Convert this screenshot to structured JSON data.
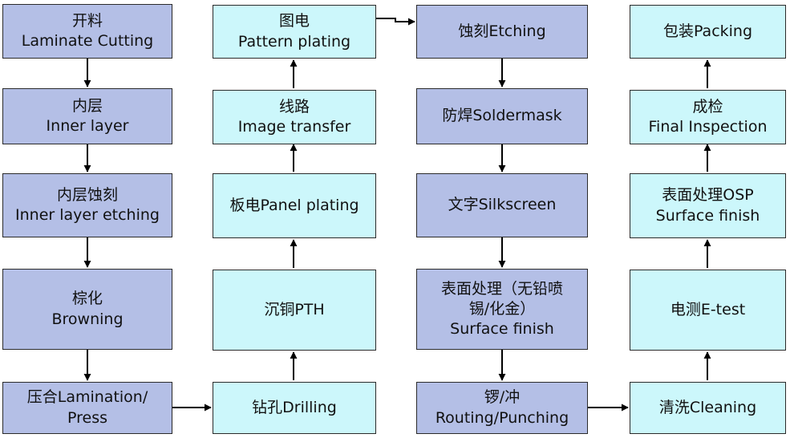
{
  "steps": [
    {
      "id": "cutting",
      "lines": [
        "开料",
        "Laminate Cutting"
      ]
    },
    {
      "id": "inner-layer",
      "lines": [
        "内层",
        "Inner layer"
      ]
    },
    {
      "id": "inner-etching",
      "lines": [
        "内层蚀刻",
        "Inner layer etching"
      ]
    },
    {
      "id": "browning",
      "lines": [
        "棕化",
        "Browning"
      ]
    },
    {
      "id": "lamination",
      "lines": [
        "压合Lamination/",
        "Press"
      ]
    },
    {
      "id": "drilling",
      "lines": [
        "钻孔Drilling"
      ]
    },
    {
      "id": "pth",
      "lines": [
        "沉铜PTH"
      ]
    },
    {
      "id": "panel-plating",
      "lines": [
        "板电Panel plating"
      ]
    },
    {
      "id": "image-transfer",
      "lines": [
        "线路",
        "Image transfer"
      ]
    },
    {
      "id": "pattern-plating",
      "lines": [
        "图电",
        "Pattern plating"
      ]
    },
    {
      "id": "etching",
      "lines": [
        "蚀刻Etching"
      ]
    },
    {
      "id": "soldermask",
      "lines": [
        "防焊Soldermask"
      ]
    },
    {
      "id": "silkscreen",
      "lines": [
        "文字Silkscreen"
      ]
    },
    {
      "id": "surface-finish-hasl",
      "lines": [
        "表面处理（无铅喷",
        "锡/化金）",
        "Surface finish"
      ]
    },
    {
      "id": "routing",
      "lines": [
        "锣/冲",
        "Routing/Punching"
      ]
    },
    {
      "id": "cleaning",
      "lines": [
        "清洗Cleaning"
      ]
    },
    {
      "id": "e-test",
      "lines": [
        "电测E-test"
      ]
    },
    {
      "id": "surface-finish-osp",
      "lines": [
        "表面处理OSP",
        "Surface finish"
      ]
    },
    {
      "id": "final-inspection",
      "lines": [
        "成检",
        "Final Inspection"
      ]
    },
    {
      "id": "packing",
      "lines": [
        "包装Packing"
      ]
    }
  ],
  "colors": {
    "column_a": "#b4bfe6",
    "column_b": "#ccf7fb",
    "border": "#2b2b2b"
  }
}
